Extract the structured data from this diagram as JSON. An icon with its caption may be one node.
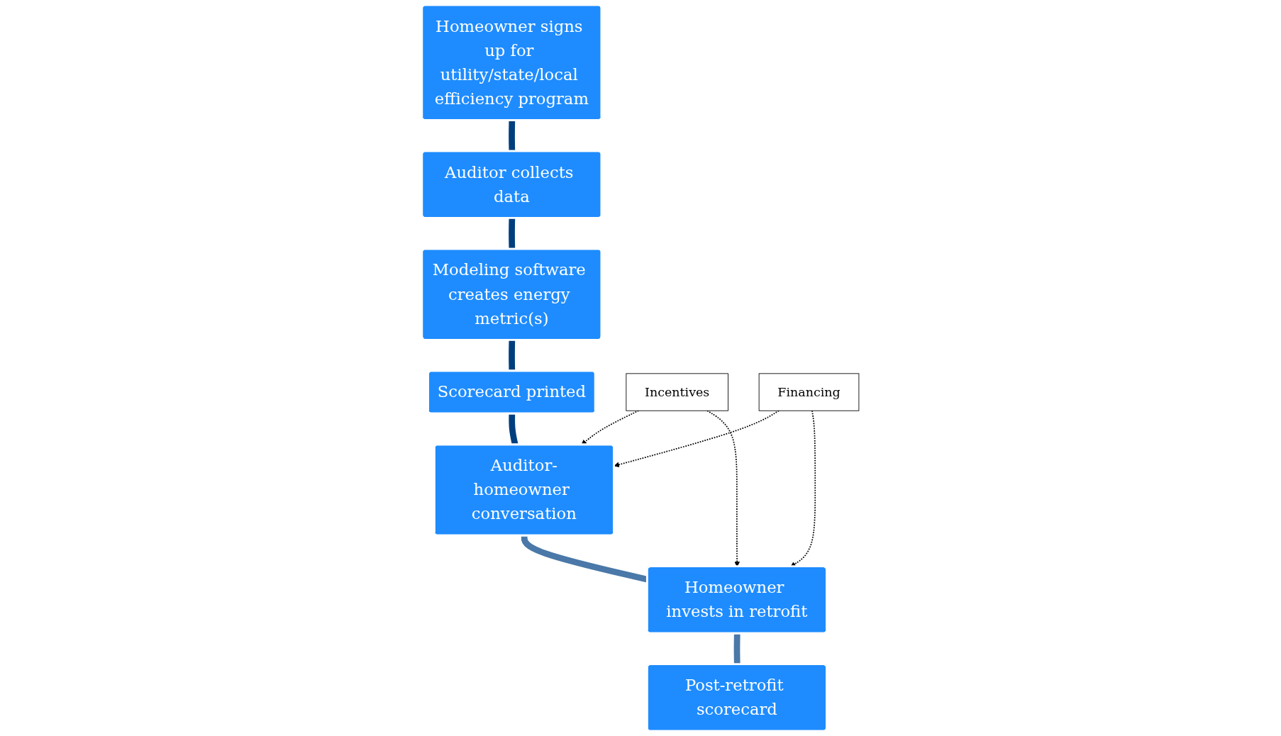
{
  "diagram": {
    "nodes": [
      {
        "text": [
          "Homeowner signs up for utility/state/local efficiency program"
        ]
      },
      {
        "text": [
          "Auditor collects data"
        ]
      },
      {
        "text": [
          "Modeling software creates energy metric(s)"
        ]
      },
      {
        "text": [
          "Scorecard printed"
        ]
      },
      {
        "text": [
          "Auditor-homeowner conversation"
        ]
      },
      {
        "text": [
          "Incentives"
        ]
      },
      {
        "text": [
          "Financing"
        ]
      },
      {
        "text": [
          "Homeowner invests in retrofit"
        ]
      },
      {
        "text": [
          "Post-retrofit scorecard"
        ]
      }
    ],
    "edges": [
      {
        "from": 0,
        "to": 1,
        "arrow": "none",
        "color": "#003f7f"
      },
      {
        "from": 1,
        "to": 2,
        "arrow": "none",
        "color": "#003f7f"
      },
      {
        "from": 2,
        "to": 3,
        "arrow": "none",
        "color": "#003f7f"
      },
      {
        "from": 3,
        "to": 4,
        "arrow": "none",
        "color": "#003f7f"
      },
      {
        "from": 5,
        "to": 4,
        "arrow": "to",
        "style": "dashed",
        "color": "#000000"
      },
      {
        "from": 6,
        "to": 4,
        "arrow": "to",
        "style": "dashed",
        "color": "#000000"
      },
      {
        "from": 5,
        "to": 7,
        "arrow": "to",
        "style": "dashed",
        "color": "#000000"
      },
      {
        "from": 6,
        "to": 7,
        "arrow": "to",
        "style": "dashed",
        "color": "#000000"
      },
      {
        "from": 4,
        "to": 7,
        "arrow": "none",
        "color": "#4a78a8"
      },
      {
        "from": 7,
        "to": 8,
        "arrow": "none",
        "color": "#4a78a8"
      }
    ]
  }
}
